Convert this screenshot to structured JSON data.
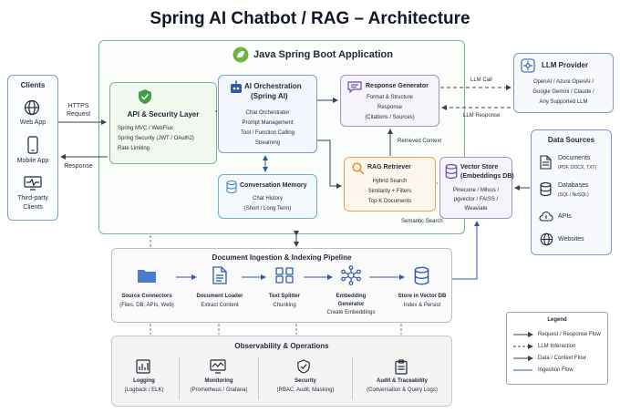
{
  "title": "Spring AI Chatbot / RAG – Architecture",
  "clients": {
    "heading": "Clients",
    "items": [
      "Web App",
      "Mobile App",
      "Third-party Clients"
    ]
  },
  "edges": {
    "https_request": "HTTPS Request",
    "response": "Response",
    "llm_call": "LLM Call",
    "llm_response": "LLM Response",
    "retrieved_context": "Retrieved Context",
    "semantic_search": "Semantic Search"
  },
  "app": {
    "heading": "Java Spring Boot Application"
  },
  "security": {
    "heading": "API & Security Layer",
    "lines": [
      "Spring MVC / WebFlux",
      "Spring Security (JWT / OAuth2)",
      "Rate Limiting"
    ]
  },
  "orchestration": {
    "heading1": "AI Orchestration",
    "heading2": "(Spring AI)",
    "lines": [
      "Chat Orchestrator",
      "Prompt Management",
      "Tool / Function Calling",
      "Streaming"
    ]
  },
  "response_gen": {
    "heading": "Response Generator",
    "lines": [
      "Format & Structure",
      "Response",
      "(Citations / Sources)"
    ]
  },
  "memory": {
    "heading": "Conversation Memory",
    "lines": [
      "Chat History",
      "(Short / Long Term)"
    ]
  },
  "rag": {
    "heading": "RAG Retriever",
    "lines": [
      "Hybrid Search",
      "Similarity + Filters",
      "Top-K Documents"
    ]
  },
  "vector": {
    "heading1": "Vector Store",
    "heading2": "(Embeddings DB)",
    "lines": [
      "Pinecone / Milvus /",
      "pgvector / FAISS /",
      "Weaviate"
    ]
  },
  "llm": {
    "heading": "LLM Provider",
    "lines": [
      "OpenAI / Azure OpenAI /",
      "Google Gemini / Claude /",
      "Any Supported LLM"
    ]
  },
  "sources": {
    "heading": "Data Sources",
    "items": [
      {
        "name": "Documents",
        "sub": "(PDF, DOCX, TXT)"
      },
      {
        "name": "Databases",
        "sub": "(SQL / NoSQL)"
      },
      {
        "name": "APIs",
        "sub": ""
      },
      {
        "name": "Websites",
        "sub": ""
      }
    ]
  },
  "pipeline": {
    "heading": "Document Ingestion & Indexing Pipeline",
    "steps": [
      {
        "name": "Source Connectors",
        "sub": "(Files, DB, APIs, Web)"
      },
      {
        "name": "Document Loader",
        "sub": "Extract Content"
      },
      {
        "name": "Text Splitter",
        "sub": "Chunking"
      },
      {
        "name": "Embedding",
        "name2": "Generator",
        "sub": "Create Embeddings"
      },
      {
        "name": "Store in Vector DB",
        "sub": "Index & Persist"
      }
    ]
  },
  "observability": {
    "heading": "Observability & Operations",
    "items": [
      {
        "name": "Logging",
        "sub": "(Logback / ELK)"
      },
      {
        "name": "Monitoring",
        "sub": "(Prometheus / Grafana)"
      },
      {
        "name": "Security",
        "sub": "(RBAC, Audit, Masking)"
      },
      {
        "name": "Audit & Traceability",
        "sub": "(Conversation & Query Logs)"
      }
    ]
  },
  "legend": {
    "heading": "Legend",
    "items": [
      "Request / Response Flow",
      "LLM Interaction",
      "Data / Context Flow",
      "Ingestion Flow"
    ]
  },
  "colors": {
    "green": "#4caf50",
    "blue": "#2f5aa8",
    "purple": "#6b4fa8",
    "orange": "#e38a1e",
    "teal": "#4b9cc8",
    "gray": "#9ca3af"
  }
}
